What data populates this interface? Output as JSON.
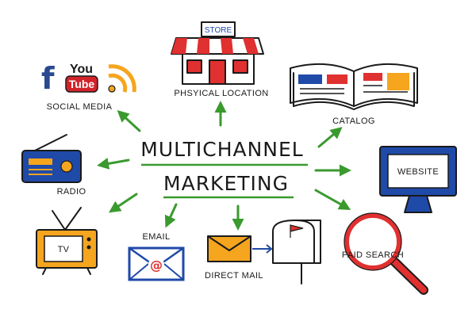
{
  "title": {
    "line1": "MULTICHANNEL",
    "line2": "MARKETING"
  },
  "channels": {
    "social_media": "SOCIAL MEDIA",
    "physical_location": "PHSYICAL LOCATION",
    "catalog": "CATALOG",
    "website": "WEBSITE",
    "paid_search": "PAID SEARCH",
    "direct_mail": "DIRECT MAIL",
    "email": "EMAIL",
    "tv": "TV",
    "radio": "RADIO"
  },
  "icons": {
    "store_sign": "STORE",
    "youtube_top": "You",
    "youtube_bottom": "Tube",
    "facebook": "f",
    "email_at": "@"
  },
  "colors": {
    "arrow": "#3a9a2e",
    "red": "#e03030",
    "orange": "#f5a51e",
    "blue": "#1f4aa8",
    "youtube_red": "#d2232a",
    "facebook_blue": "#2a4a8f"
  }
}
